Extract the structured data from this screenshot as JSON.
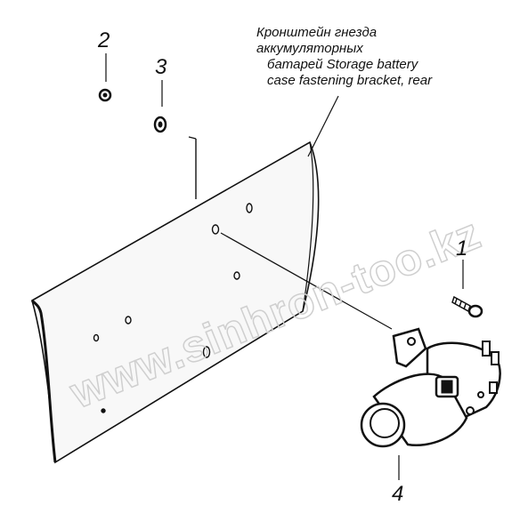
{
  "callouts": {
    "c1": "1",
    "c2": "2",
    "c3": "3",
    "c4": "4"
  },
  "caption": {
    "line1": "Кронштейн гнезда",
    "line2": "аккумуляторных",
    "line3": "батарей Storage battery",
    "line4": "case fastening bracket, rear"
  },
  "watermark": "www.sinhron-too.kz",
  "colors": {
    "ink": "#111111",
    "background": "#ffffff",
    "watermark": "#e6e6e6"
  }
}
